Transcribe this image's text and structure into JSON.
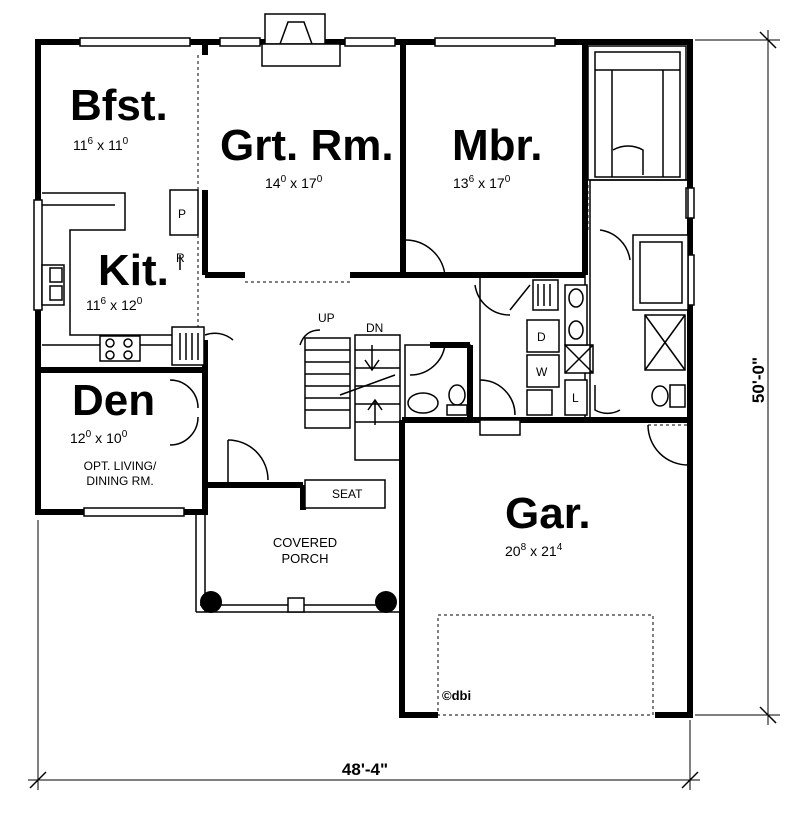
{
  "rooms": {
    "bfst": {
      "name": "Bfst.",
      "w_ft": "11",
      "w_in": "6",
      "h_ft": "11",
      "h_in": "0"
    },
    "kit": {
      "name": "Kit.",
      "w_ft": "11",
      "w_in": "6",
      "h_ft": "12",
      "h_in": "0"
    },
    "grt": {
      "name": "Grt. Rm.",
      "w_ft": "14",
      "w_in": "0",
      "h_ft": "17",
      "h_in": "0"
    },
    "mbr": {
      "name": "Mbr.",
      "w_ft": "13",
      "w_in": "6",
      "h_ft": "17",
      "h_in": "0"
    },
    "den": {
      "name": "Den",
      "w_ft": "12",
      "w_in": "0",
      "h_ft": "10",
      "h_in": "0",
      "note_line1": "OPT. LIVING/",
      "note_line2": "DINING RM."
    },
    "gar": {
      "name": "Gar.",
      "w_ft": "20",
      "w_in": "8",
      "h_ft": "21",
      "h_in": "4"
    },
    "porch": {
      "line1": "COVERED",
      "line2": "PORCH"
    }
  },
  "labels": {
    "up": "UP",
    "dn": "DN",
    "seat": "SEAT",
    "pantry": "P",
    "refrigerator": "R",
    "dryer": "D",
    "washer": "W",
    "linen": "L",
    "x": "x"
  },
  "dimensions": {
    "width": "48'-4\"",
    "depth": "50'-0\""
  },
  "copyright": "©dbi"
}
